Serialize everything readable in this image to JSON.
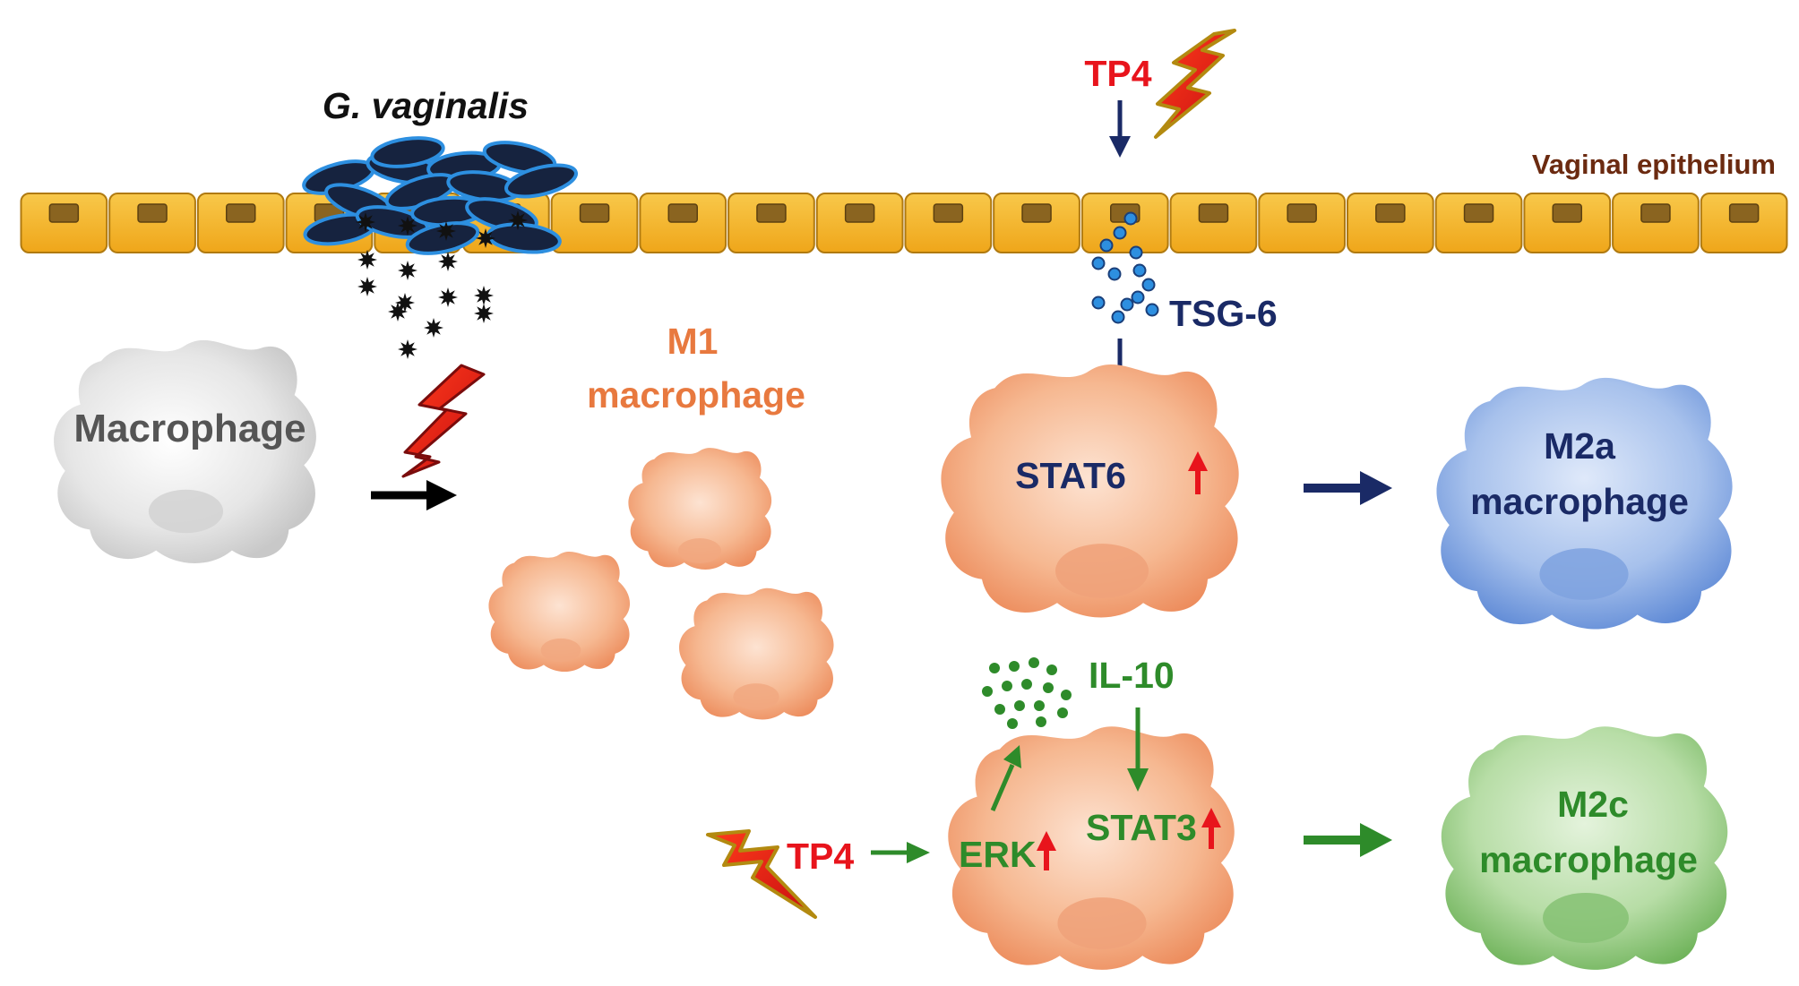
{
  "labels": {
    "bacteria": "G. vaginalis",
    "tp4_top": "TP4",
    "epithelium": "Vaginal epithelium",
    "tsg6": "TSG-6",
    "macrophage": "Macrophage",
    "m1_line1": "M1",
    "m1_line2": "macrophage",
    "stat6": "STAT6",
    "m2a_line1": "M2a",
    "m2a_line2": "macrophage",
    "il10": "IL-10",
    "tp4_bottom": "TP4",
    "erk": "ERK",
    "stat3": "STAT3",
    "m2c_line1": "M2c",
    "m2c_line2": "macrophage"
  },
  "colors": {
    "red": "#e8141c",
    "navy": "#1a2a66",
    "green": "#2e8b2a",
    "orange_text": "#e8793f",
    "gray_text": "#555555",
    "brown_text": "#6b2a10",
    "epithelium_fill": "#f4b32a",
    "epithelium_nucleus": "#8a6420",
    "bacteria_fill": "#16233f",
    "bacteria_outline": "#2d8fe0"
  }
}
